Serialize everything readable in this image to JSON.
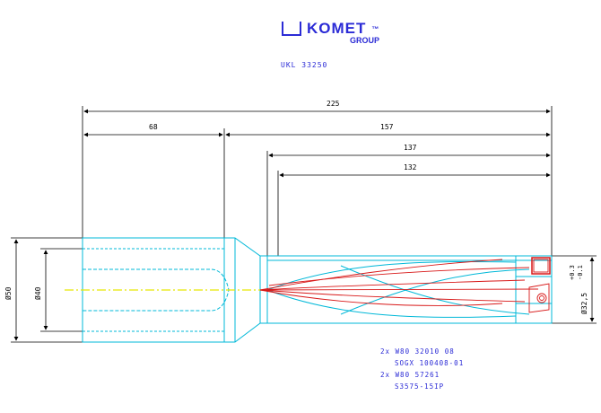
{
  "logo": {
    "name": "KOMET",
    "tm": "™",
    "group": "GROUP"
  },
  "drawing_number": "UKL 33250",
  "dimensions": {
    "overall_length": "225",
    "shank_length": "68",
    "body_length": "157",
    "flute_length": "137",
    "usable_depth": "132",
    "diameter_outer": "Ø50",
    "diameter_inner": "Ø40",
    "cutting_diameter": "Ø32,5",
    "tol_upper": "+0.3",
    "tol_lower": "-0.1"
  },
  "parts": [
    "2x W80 32010 08",
    "SOGX 100408-01",
    "2x W80 57261",
    "S3575-15IP"
  ],
  "colors": {
    "outline": "#00b8d8",
    "dimension": "#000000",
    "edge": "#d81818",
    "centerline": "#e8e800",
    "text": "#2b2bd6"
  }
}
